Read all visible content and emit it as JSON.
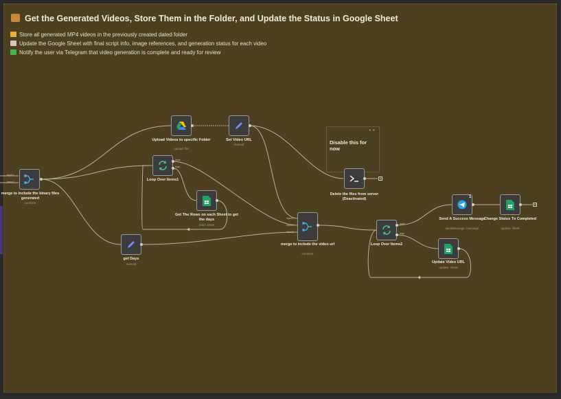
{
  "note": {
    "title": "Get the Generated Videos, Store Them in the Folder, and Update the Status in Google Sheet",
    "bullets": [
      "Store all generated MP4 videos in the previously created dated folder",
      "Update the Google Sheet with final script info, image references, and generation status for each video",
      "Notify the user via Telegram that video generation is complete and ready for review"
    ],
    "colors": {
      "note_bg": "#4c4021",
      "canvas_bg": "#2a2a2a"
    }
  },
  "inner_note": {
    "text": "Disable this for now"
  },
  "nodes": [
    {
      "id": "merge1",
      "label": "merge to include the binary files generated",
      "sub": "combine",
      "icon": "merge-icon"
    },
    {
      "id": "upload",
      "label": "Upload Videos to specific Folder",
      "sub": "upload: file",
      "icon": "google-drive-icon"
    },
    {
      "id": "setvideo",
      "label": "Set Video URL",
      "sub": "manual",
      "icon": "pencil-icon"
    },
    {
      "id": "loop1",
      "label": "Loop Over Items1",
      "sub": "",
      "icon": "loop-icon"
    },
    {
      "id": "getrows",
      "label": "Get The Rows on each Sheet to get the days",
      "sub": "read: sheet",
      "icon": "google-sheets-icon"
    },
    {
      "id": "delete",
      "label": "Delete the files from server (Deactivated)",
      "sub": "",
      "icon": "terminal-icon"
    },
    {
      "id": "getdays",
      "label": "get Days",
      "sub": "manual",
      "icon": "pencil-icon"
    },
    {
      "id": "merge2",
      "label": "merge to include the video url",
      "sub": "combine",
      "icon": "merge-icon"
    },
    {
      "id": "loop2",
      "label": "Loop Over Items2",
      "sub": "",
      "icon": "loop-icon"
    },
    {
      "id": "telegram",
      "label": "Send A Success Message",
      "sub": "sendMessage: message",
      "icon": "telegram-icon",
      "badge": "1"
    },
    {
      "id": "change",
      "label": "Change Status To Completed",
      "sub": "update: sheet",
      "icon": "google-sheets-icon"
    },
    {
      "id": "updateurl",
      "label": "Update Video URL",
      "sub": "update: sheet",
      "icon": "google-sheets-icon"
    }
  ],
  "port_labels": {
    "input1": "Input 1",
    "input2": "Input 2",
    "input3": "Input 3",
    "done": "done",
    "loop": "loop"
  }
}
